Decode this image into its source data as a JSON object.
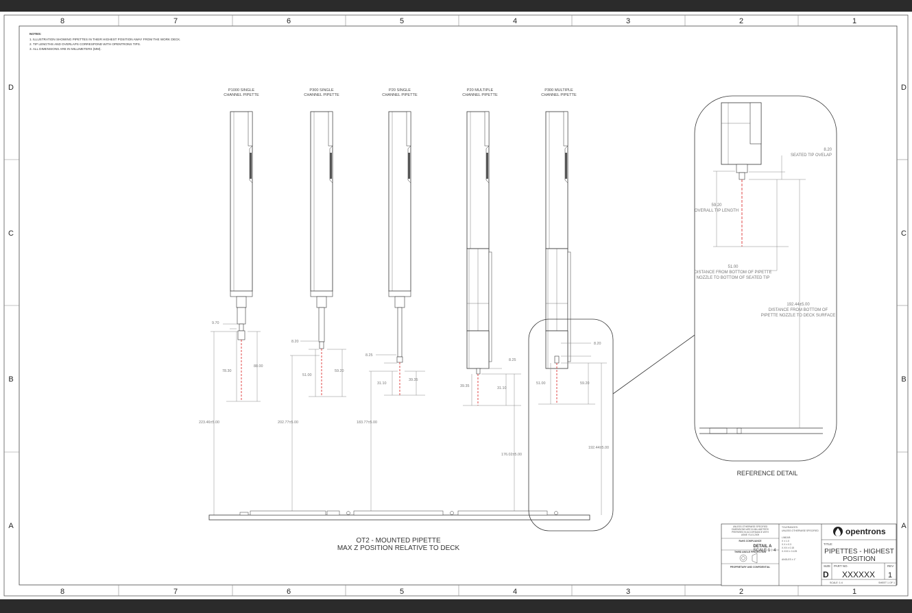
{
  "zones_columns": [
    "8",
    "7",
    "6",
    "5",
    "4",
    "3",
    "2",
    "1"
  ],
  "zones_rows": [
    "D",
    "C",
    "B",
    "A"
  ],
  "notes": {
    "heading": "NOTES:",
    "items": [
      "1.    ILLUSTRATION SHOWING PIPETTES IN THEIR HIGHEST POSITION AWAY FROM THE WORK DECK.",
      "2.    TIP LENGTHS AND OVERLAPS CORRESPOND WITH OPENTRONS TIPS.",
      "3.    ALL DIMENSIONS ARE IN MILLIMETERS (MM)."
    ]
  },
  "pipettes": [
    {
      "line1": "P1000 SINGLE",
      "line2": "CHANNEL PIPETTE",
      "overlap": "9.70",
      "tip_len": "78.30",
      "total": "88.00",
      "deck": "223.46±5.00"
    },
    {
      "line1": "P300 SINGLE",
      "line2": "CHANNEL PIPETTE",
      "overlap": "8.20",
      "tip_len": "51.00",
      "total": "59.20",
      "deck": "202.77±5.00"
    },
    {
      "line1": "P20 SINGLE",
      "line2": "CHANNEL PIPETTE",
      "overlap": "8.25",
      "tip_len": "31.10",
      "total": "39.35",
      "deck": "183.77±5.00"
    },
    {
      "line1": "P20 MULTIPLE",
      "line2": "CHANNEL PIPETTE",
      "overlap": "8.25",
      "tip_len": "31.10",
      "total": "39.35",
      "deck": "176.02±5.00"
    },
    {
      "line1": "P300 MULTIPLE",
      "line2": "CHANNEL PIPETTE",
      "overlap": "8.20",
      "tip_len": "51.00",
      "total": "59.20",
      "deck": "192.44±5.00"
    }
  ],
  "main_caption": {
    "line1": "OT2 - MOUNTED PIPETTE",
    "line2": "MAX Z POSITION RELATIVE TO DECK"
  },
  "reference_detail": {
    "caption": "REFERENCE DETAIL",
    "overlap_value": "8.20",
    "overlap_label": "SEATED TIP OVELAP",
    "tip_value": "59.20",
    "tip_label": "OVERALL TIP LENGTH",
    "seat_value": "51.00",
    "seat_label_1": "DISTANCE FROM BOTTOM OF PIPETTE",
    "seat_label_2": "NOZZLE TO BOTTOM OF SEATED TIP",
    "deck_value": "192.44±5.00",
    "deck_label_1": "DISTANCE FROM BOTTOM OF",
    "deck_label_2": "PIPETTE NOZZLE TO DECK SURFACE"
  },
  "title_block": {
    "brand": "opentrons",
    "title_label": "TITLE:",
    "title_line1": "PIPETTES - HIGHEST",
    "title_line2": "POSITION",
    "size_label": "SIZE",
    "size": "D",
    "part_label": "PART NO.",
    "part_no": "XXXXXX",
    "rev_label": "REV",
    "rev": "1",
    "scale": "SCALE: 1:4",
    "sheet": "SHEET 1 OF 1",
    "tolerances": "TOLERANCES:",
    "unless": "UNLESS OTHERWISE SPECIFIED",
    "linear": "LINEAR:",
    "tol_x": "X    ±  1.0",
    "tol_xx": "X.X    ±  0.3",
    "tol_xxx": "X.XX  ±  0.15",
    "tol_xxxx": "X.XXX ±  0.125",
    "angles": "ANGLES ± 1°",
    "dims_note_1": "UNLESS OTHERWISE SPECIFIED",
    "dims_note_2": "DIMENSIONS ARE IN MILLIMETERS",
    "dims_note_3": "PREPARED IN ACCORDANCE WITH",
    "dims_note_4": "ASME Y14.5-2009",
    "rohs": "RoHS COMPLIANCE",
    "third_angle": "THIRD ANGLE PROJECTION",
    "proprietary": "PROPRIETARY AND CONFIDENTIAL",
    "detail_label": "DETAIL A",
    "detail_scale": "SCALE 1 : 4"
  }
}
